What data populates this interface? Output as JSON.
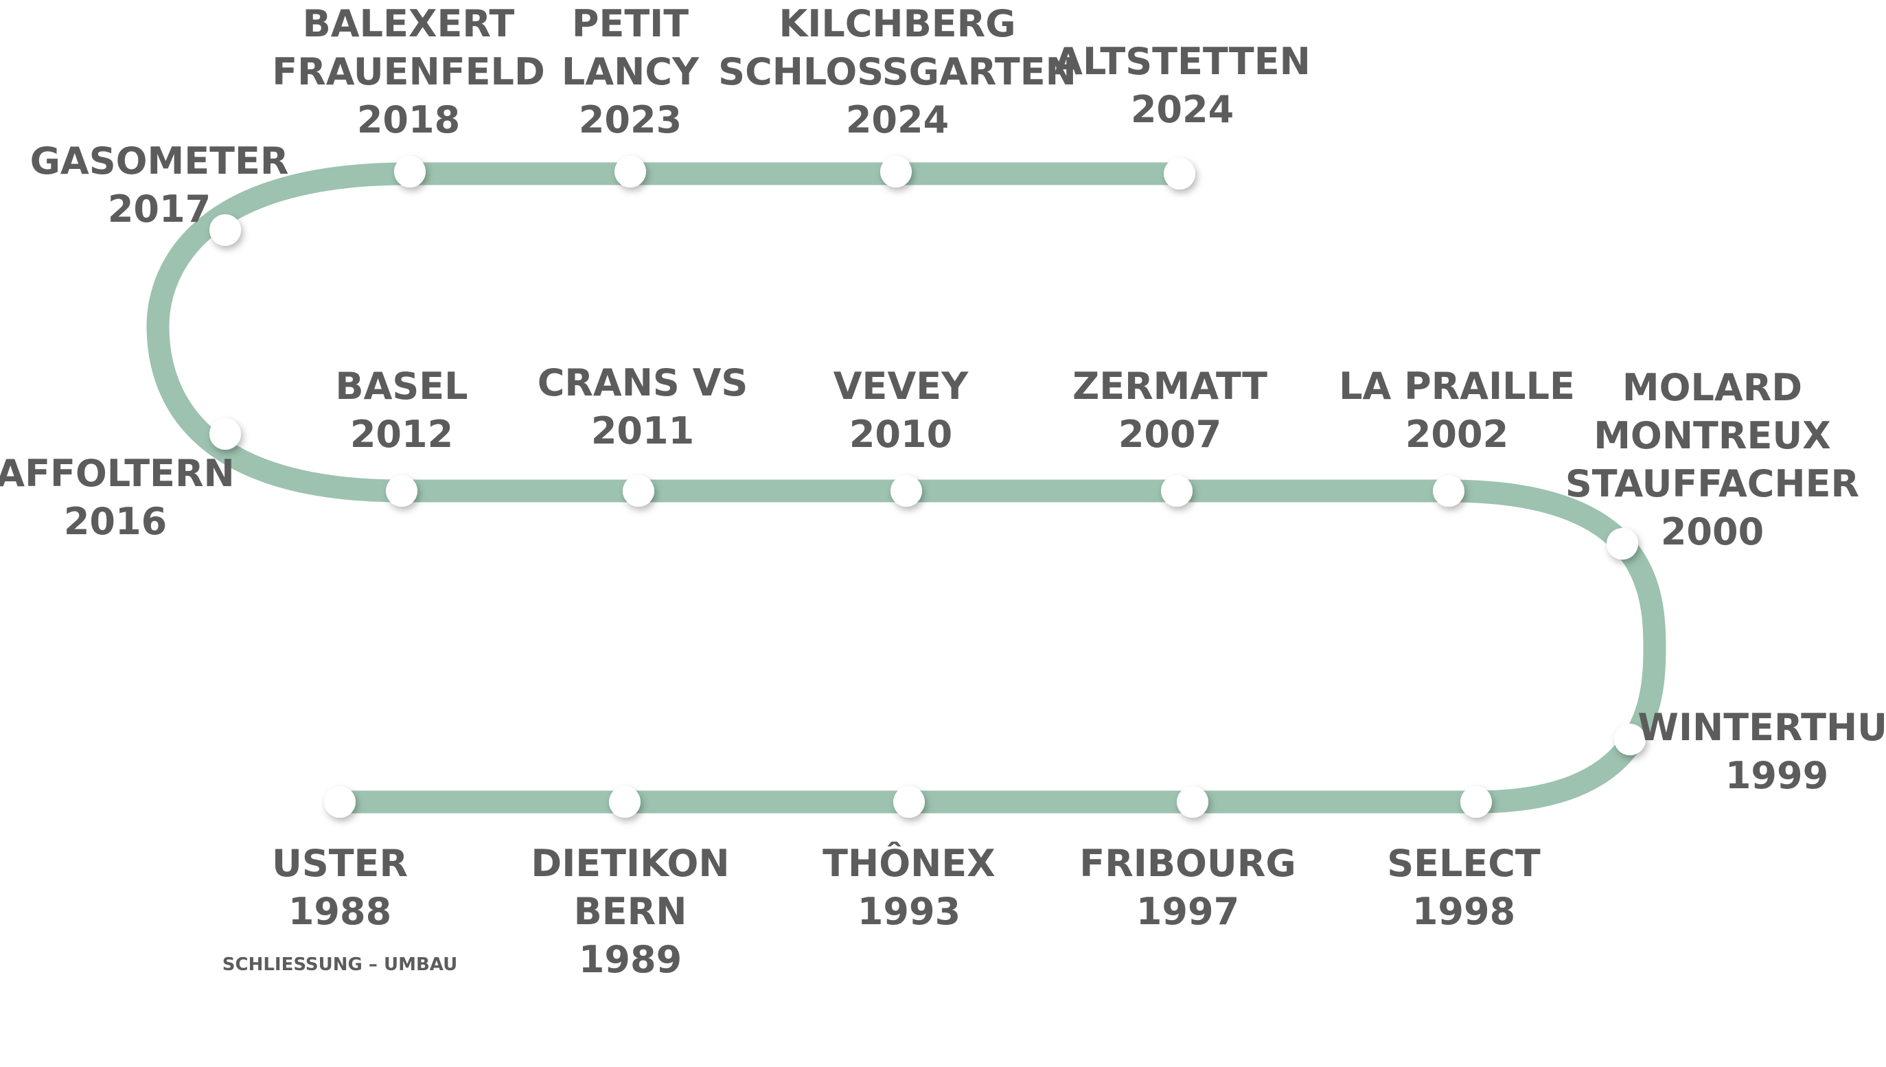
{
  "colors": {
    "track": "#9dc2b0",
    "text": "#5c5c5c",
    "stop_fill": "#ffffff"
  },
  "stops": [
    {
      "id": "altstetten",
      "lines": [
        "ALTSTETTEN",
        "2024"
      ]
    },
    {
      "id": "kilchberg-schlossgarten",
      "lines": [
        "KILCHBERG",
        "SCHLOSSGARTEN",
        "2024"
      ]
    },
    {
      "id": "petit-lancy",
      "lines": [
        "PETIT",
        "LANCY",
        "2023"
      ]
    },
    {
      "id": "balexert-frauenfeld",
      "lines": [
        "BALEXERT",
        "FRAUENFELD",
        "2018"
      ]
    },
    {
      "id": "gasometer",
      "lines": [
        "GASOMETER",
        "2017"
      ]
    },
    {
      "id": "affoltern",
      "lines": [
        "AFFOLTERN",
        "2016"
      ]
    },
    {
      "id": "basel",
      "lines": [
        "BASEL",
        "2012"
      ]
    },
    {
      "id": "crans-vs",
      "lines": [
        "CRANS VS",
        "2011"
      ]
    },
    {
      "id": "vevey",
      "lines": [
        "VEVEY",
        "2010"
      ]
    },
    {
      "id": "zermatt",
      "lines": [
        "ZERMATT",
        "2007"
      ]
    },
    {
      "id": "la-praille",
      "lines": [
        "LA PRAILLE",
        "2002"
      ]
    },
    {
      "id": "molard-montreux-stauffacher",
      "lines": [
        "MOLARD",
        "MONTREUX",
        "STAUFFACHER",
        "2000"
      ]
    },
    {
      "id": "winterthur",
      "lines": [
        "WINTERTHUR",
        "1999"
      ]
    },
    {
      "id": "select",
      "lines": [
        "SELECT",
        "1998"
      ]
    },
    {
      "id": "fribourg",
      "lines": [
        "FRIBOURG",
        "1997"
      ]
    },
    {
      "id": "thonex",
      "lines": [
        "THÔNEX",
        "1993"
      ]
    },
    {
      "id": "dietikon-bern",
      "lines": [
        "DIETIKON",
        "BERN",
        "1989"
      ]
    },
    {
      "id": "uster",
      "lines": [
        "USTER",
        "1988"
      ],
      "note": "SCHLIESSUNG – UMBAU"
    }
  ]
}
